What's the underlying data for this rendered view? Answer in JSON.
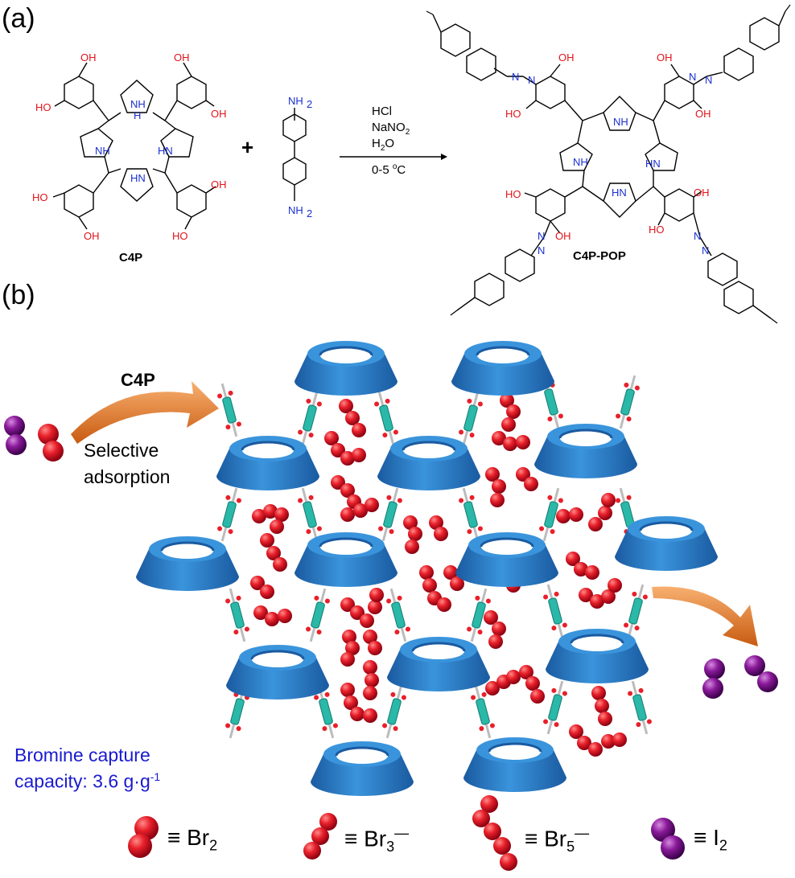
{
  "panel_a": {
    "label": "(a)",
    "reactant1_name": "C4P",
    "reactant2_name": "",
    "plus": "+",
    "conditions": [
      "HCl",
      "NaNO",
      "2",
      "H",
      "2",
      "O",
      "0-5 ",
      "o",
      "C"
    ],
    "conditions_lines": {
      "l1": "HCl",
      "l2a": "NaNO",
      "l2b": "2",
      "l3a": "H",
      "l3b": "2",
      "l3c": "O",
      "l4a": "0-5 ",
      "l4b": "o",
      "l4c": "C"
    },
    "product_name": "C4P-POP",
    "oh": "OH",
    "ho": "HO",
    "nh": "NH",
    "hn": "HN",
    "h": "H",
    "n": "N",
    "nh2a": "NH",
    "nh2b": "2"
  },
  "panel_b": {
    "label": "(b)",
    "arrow_title": "C4P",
    "arrow_text_line1": "Selective",
    "arrow_text_line2": "adsorption",
    "capture_line1": "Bromine capture",
    "capture_line2a": "capacity: 3.6 g·g",
    "capture_line2b": "-1"
  },
  "legend": {
    "br2_main": "Br",
    "br2_sub": "2",
    "br3_main": "Br",
    "br3_sub": "3",
    "br3_sup": "—",
    "br5_main": "Br",
    "br5_sub": "5",
    "br5_sup": "—",
    "i2_main": "I",
    "i2_sub": "2",
    "equiv": "≡"
  },
  "colors": {
    "bromine": "#e8202a",
    "iodine": "#8a1a9a",
    "cone": "#2a7fc8",
    "arrow": "#e07820",
    "capture_text": "#1a1ad0",
    "linker": "#2ab8a8"
  }
}
